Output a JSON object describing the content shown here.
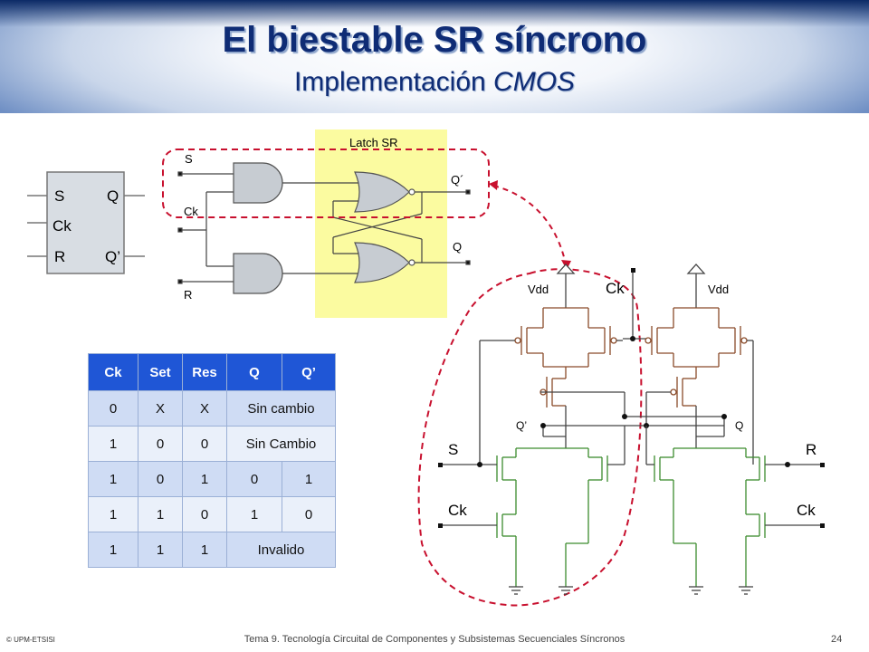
{
  "title": "El biestable SR síncrono",
  "subtitle_plain": "Implementación ",
  "subtitle_italic": "CMOS",
  "symbol": {
    "s": "S",
    "q": "Q",
    "ck": "Ck",
    "r": "R",
    "qn": "Q’"
  },
  "gate_diagram": {
    "latch_label": "Latch SR",
    "s": "S",
    "ck": "Ck",
    "r": "R",
    "qn": "Q´",
    "q": "Q"
  },
  "cmos": {
    "vdd_left": "Vdd",
    "vdd_right": "Vdd",
    "ck_top": "Ck",
    "qn": "Q’",
    "q": "Q",
    "s": "S",
    "r": "R",
    "ck_left": "Ck",
    "ck_right": "Ck"
  },
  "truth_table": {
    "headers": [
      "Ck",
      "Set",
      "Res",
      "Q",
      "Q’"
    ],
    "rows": [
      [
        "0",
        "X",
        "X",
        "Sin cambio"
      ],
      [
        "1",
        "0",
        "0",
        "Sin Cambio"
      ],
      [
        "1",
        "0",
        "1",
        "0",
        "1"
      ],
      [
        "1",
        "1",
        "0",
        "1",
        "0"
      ],
      [
        "1",
        "1",
        "1",
        "Invalido"
      ]
    ]
  },
  "footer": {
    "copyright": "© UPM-ETSISI",
    "course": "Tema 9. Tecnología Circuital de Componentes y Subsistemas Secuenciales Síncronos",
    "page": "24"
  }
}
